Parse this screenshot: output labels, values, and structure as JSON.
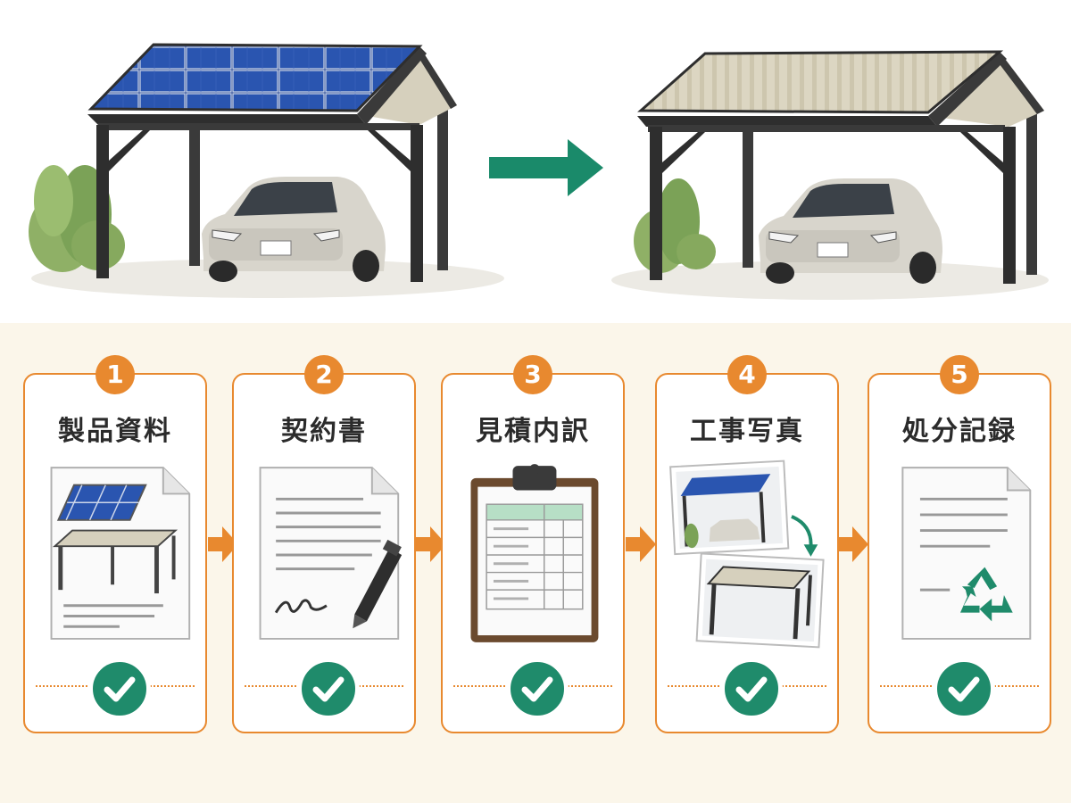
{
  "scene": {
    "before_icon": "solar-carport-illustration",
    "after_icon": "standard-carport-illustration",
    "transition_icon": "right-arrow-icon",
    "colors": {
      "panel": "#1e3f8f",
      "frame": "#2e2e2e",
      "roof": "#d9d3bf",
      "arrow": "#1a8a6a"
    }
  },
  "steps": [
    {
      "number": "1",
      "title": "製品資料",
      "icon": "product-brochure-icon"
    },
    {
      "number": "2",
      "title": "契約書",
      "icon": "contract-signing-icon"
    },
    {
      "number": "3",
      "title": "見積内訳",
      "icon": "estimate-clipboard-icon"
    },
    {
      "number": "4",
      "title": "工事写真",
      "icon": "construction-photos-icon"
    },
    {
      "number": "5",
      "title": "処分記録",
      "icon": "recycling-record-icon"
    }
  ],
  "colors": {
    "accent": "#e8892f",
    "check": "#1f8b6b",
    "background": "#fbf6ea"
  }
}
